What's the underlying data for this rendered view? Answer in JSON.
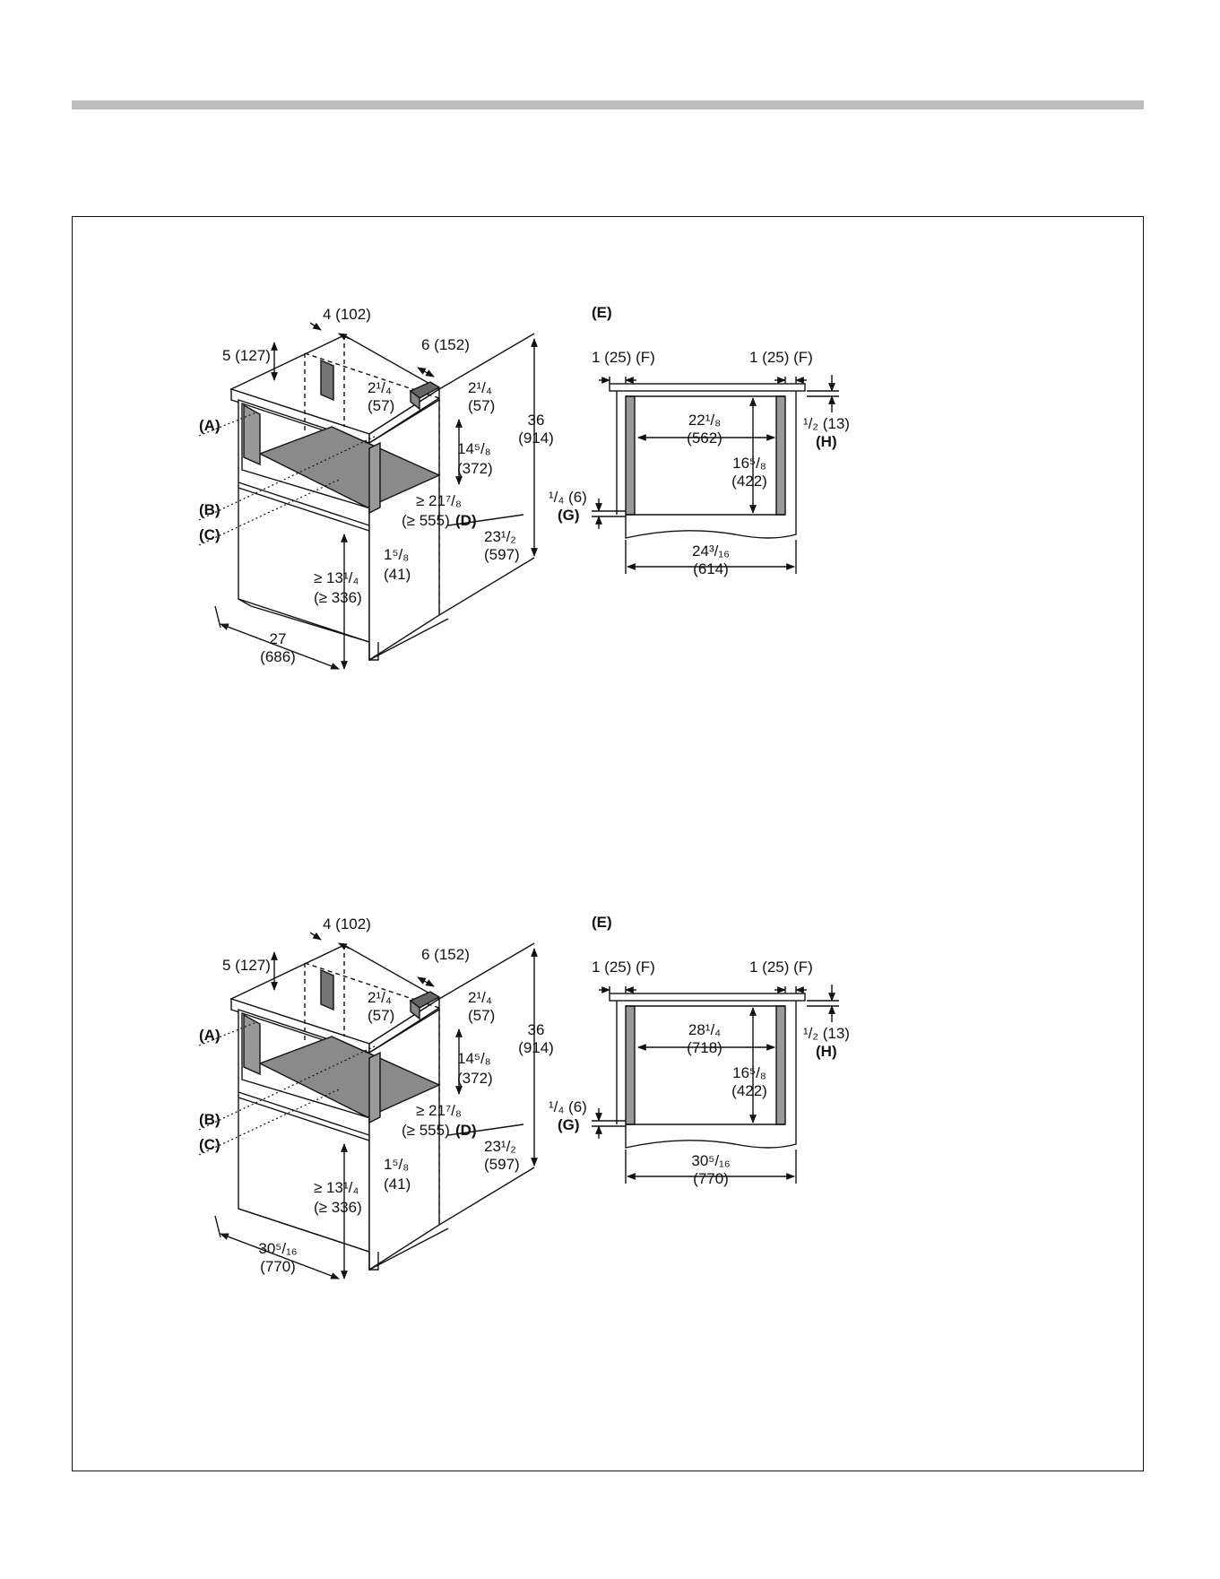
{
  "footer_text": "",
  "diagrams": [
    {
      "iso": {
        "w4": "4 (102)",
        "w5": "5 (127)",
        "w6": "6 (152)",
        "a_in": "2¹/₄",
        "a_mm": "(57)",
        "b_in": "2¹/₄",
        "b_mm": "(57)",
        "h_in": "14⁵/₈",
        "h_mm": "(372)",
        "tall_in": "36",
        "tall_mm": "(914)",
        "d_in": "≥ 21⁷/₈",
        "d_mm": "(≥ 555)",
        "d_tag": "(D)",
        "depth_in": "23¹/₂",
        "depth_mm": "(597)",
        "g_in": "1⁵/₈",
        "g_mm": "(41)",
        "low_in": "≥ 13¹/₄",
        "low_mm": "(≥ 336)",
        "width_in": "27",
        "width_mm": "(686)",
        "labelA": "(A)",
        "labelB": "(B)",
        "labelC": "(C)"
      },
      "front": {
        "labelE": "(E)",
        "f_left": "1 (25) (F)",
        "f_right": "1 (25) (F)",
        "inner_w_in": "22¹/₈",
        "inner_w_mm": "(562)",
        "inner_h_in": "16⁵/₈",
        "inner_h_mm": "(422)",
        "h_in": "¹/₂ (13)",
        "h_tag": "(H)",
        "g_in": "¹/₄ (6)",
        "g_tag": "(G)",
        "outer_in": "24³/₁₆",
        "outer_mm": "(614)"
      }
    },
    {
      "iso": {
        "w4": "4 (102)",
        "w5": "5 (127)",
        "w6": "6 (152)",
        "a_in": "2¹/₄",
        "a_mm": "(57)",
        "b_in": "2¹/₄",
        "b_mm": "(57)",
        "h_in": "14⁵/₈",
        "h_mm": "(372)",
        "tall_in": "36",
        "tall_mm": "(914)",
        "d_in": "≥ 21⁷/₈",
        "d_mm": "(≥ 555)",
        "d_tag": "(D)",
        "depth_in": "23¹/₂",
        "depth_mm": "(597)",
        "g_in": "1⁵/₈",
        "g_mm": "(41)",
        "low_in": "≥ 13¹/₄",
        "low_mm": "(≥ 336)",
        "width_in": "30⁵/₁₆",
        "width_mm": "(770)",
        "labelA": "(A)",
        "labelB": "(B)",
        "labelC": "(C)"
      },
      "front": {
        "labelE": "(E)",
        "f_left": "1 (25) (F)",
        "f_right": "1 (25) (F)",
        "inner_w_in": "28¹/₄",
        "inner_w_mm": "(718)",
        "inner_h_in": "16⁵/₈",
        "inner_h_mm": "(422)",
        "h_in": "¹/₂ (13)",
        "h_tag": "(H)",
        "g_in": "¹/₄ (6)",
        "g_tag": "(G)",
        "outer_in": "30⁵/₁₆",
        "outer_mm": "(770)"
      }
    }
  ]
}
